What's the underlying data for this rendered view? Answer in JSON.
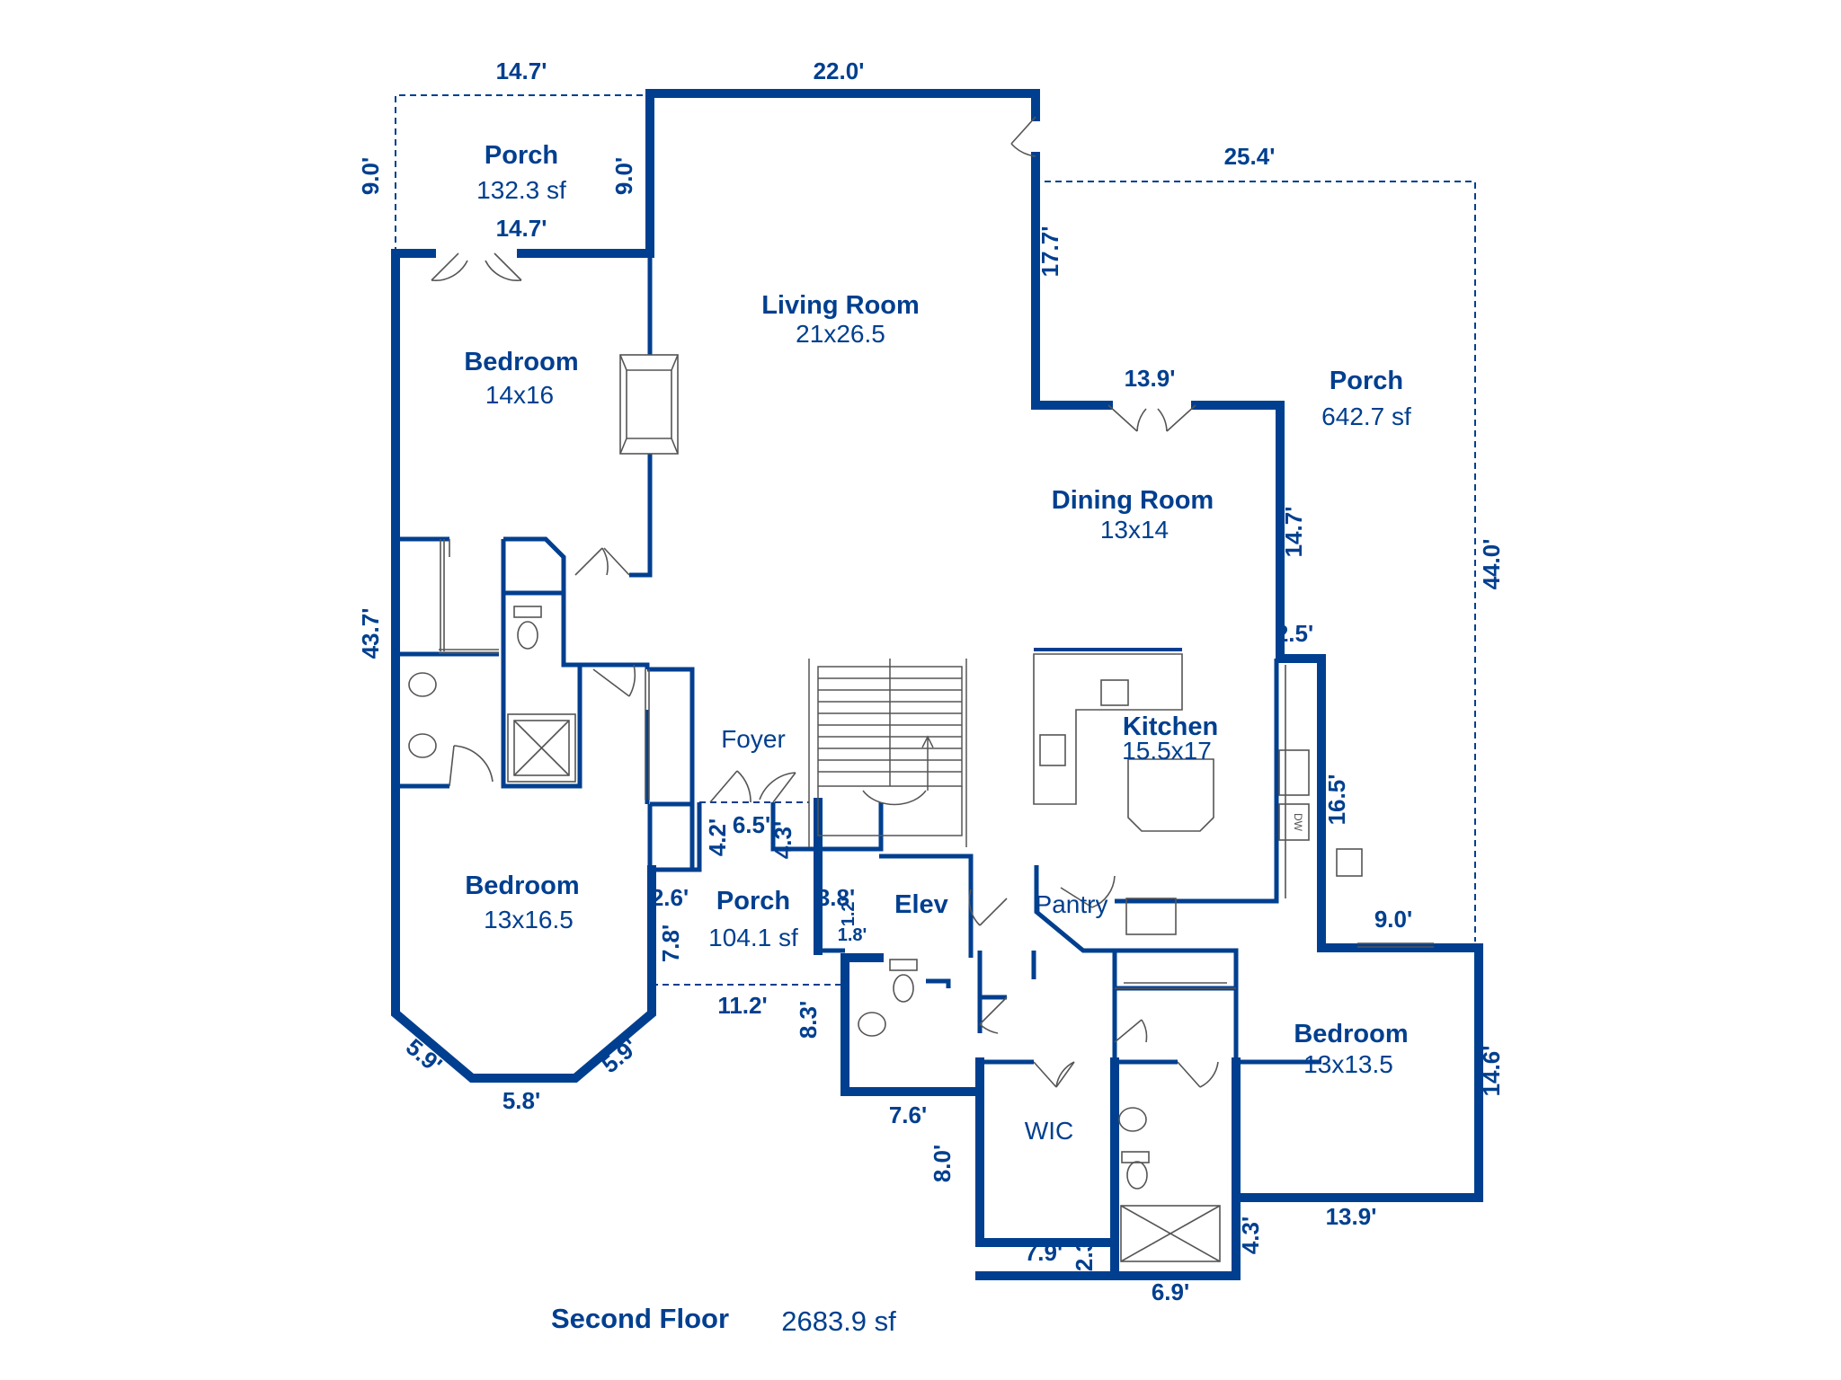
{
  "rooms": {
    "porch_top": {
      "name": "Porch",
      "area": "132.3 sf"
    },
    "living": {
      "name": "Living Room",
      "size": "21x26.5"
    },
    "bedroom_nw": {
      "name": "Bedroom",
      "size": "14x16"
    },
    "dining": {
      "name": "Dining Room",
      "size": "13x14"
    },
    "porch_east": {
      "name": "Porch",
      "area": "642.7 sf"
    },
    "foyer": {
      "name": "Foyer"
    },
    "kitchen": {
      "name": "Kitchen",
      "size": "15.5x17"
    },
    "bedroom_sw": {
      "name": "Bedroom",
      "size": "13x16.5"
    },
    "porch_mid": {
      "name": "Porch",
      "area": "104.1 sf"
    },
    "elev": {
      "name": "Elev"
    },
    "pantry": {
      "name": "Pantry"
    },
    "bedroom_se": {
      "name": "Bedroom",
      "size": "13x13.5"
    },
    "wic": {
      "name": "WIC"
    }
  },
  "dimensions": {
    "d_14_7_top": "14.7'",
    "d_22_0": "22.0'",
    "d_9_0_left": "9.0'",
    "d_9_0_mid": "9.0'",
    "d_14_7_porch": "14.7'",
    "d_25_4": "25.4'",
    "d_17_7": "17.7'",
    "d_13_9_dining": "13.9'",
    "d_14_7_dining": "14.7'",
    "d_44_0": "44.0'",
    "d_43_7": "43.7'",
    "d_2_5": "2.5'",
    "d_16_5": "16.5'",
    "d_6_5": "6.5'",
    "d_4_2": "4.2'",
    "d_4_3_foyer": "4.3'",
    "d_2_6": "2.6'",
    "d_7_8": "7.8'",
    "d_3_8": "3.8'",
    "d_1_2": "1.2'",
    "d_1_8": "1.8'",
    "d_11_2": "11.2'",
    "d_9_0_se": "9.0'",
    "d_5_9_left": "5.9'",
    "d_5_8": "5.8'",
    "d_5_9_right": "5.9'",
    "d_8_3": "8.3'",
    "d_7_6": "7.6'",
    "d_8_0": "8.0'",
    "d_14_6": "14.6'",
    "d_13_9_se": "13.9'",
    "d_4_3_bath": "4.3'",
    "d_7_9": "7.9'",
    "d_2_3": "2.3",
    "d_6_9": "6.9'"
  },
  "fixtures": {
    "dishwasher": "DW"
  },
  "footer": {
    "floor": "Second Floor",
    "area": "2683.9 sf"
  },
  "colors": {
    "wall": "#003f8f",
    "text": "#003f8f",
    "fixture": "#444444"
  }
}
